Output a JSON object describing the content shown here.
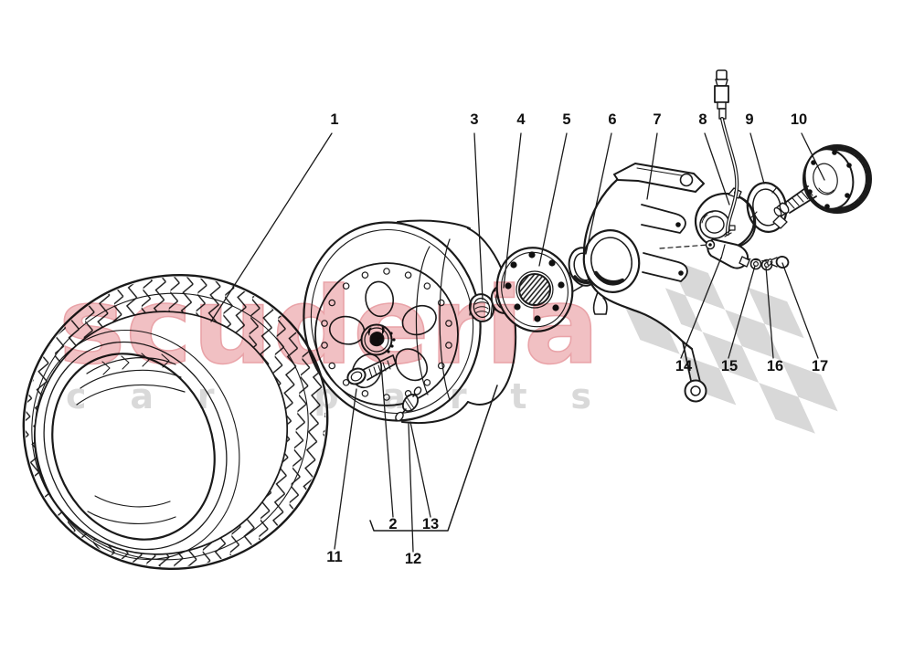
{
  "diagram": {
    "figure_type": "exploded-parts-diagram",
    "subject": "wheel-and-hub-carrier-assembly",
    "background_color": "#ffffff",
    "line_color": "#1a1a1a",
    "callouts": [
      {
        "label": "1"
      },
      {
        "label": "3"
      },
      {
        "label": "4"
      },
      {
        "label": "5"
      },
      {
        "label": "6"
      },
      {
        "label": "7"
      },
      {
        "label": "8"
      },
      {
        "label": "9"
      },
      {
        "label": "10"
      },
      {
        "label": "14"
      },
      {
        "label": "15"
      },
      {
        "label": "16"
      },
      {
        "label": "17"
      },
      {
        "label": "2"
      },
      {
        "label": "13"
      },
      {
        "label": "11"
      },
      {
        "label": "12"
      }
    ]
  },
  "watermark": {
    "brand_word": "scuderia",
    "tagline_word": "car parts",
    "brand_color": "#f1c0c3",
    "brand_edge_color": "#e9a3a8",
    "tagline_color": "#d9d9d9",
    "flag_color": "#d8d8d8"
  }
}
